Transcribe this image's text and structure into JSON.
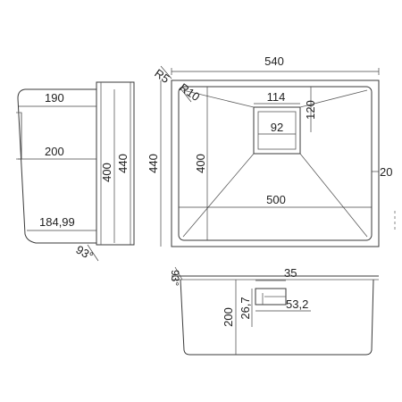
{
  "side_view": {
    "dim_top": "190",
    "dim_middle": "200",
    "dim_bottom": "184,99",
    "dim_height_inner": "400",
    "dim_height_outer": "440",
    "angle": "93°"
  },
  "top_view": {
    "dim_width_outer": "540",
    "dim_height_outer": "440",
    "corner_outer": "R5",
    "corner_inner": "R10",
    "drain_width": "114",
    "drain_inner": "92",
    "drain_offset": "120",
    "bowl_height": "400",
    "bowl_width": "500",
    "edge_offset": "20"
  },
  "front_view": {
    "angle": "93°",
    "drain_width": "35",
    "depth": "200",
    "drain_height": "26,7",
    "drain_offset": "53,2"
  }
}
